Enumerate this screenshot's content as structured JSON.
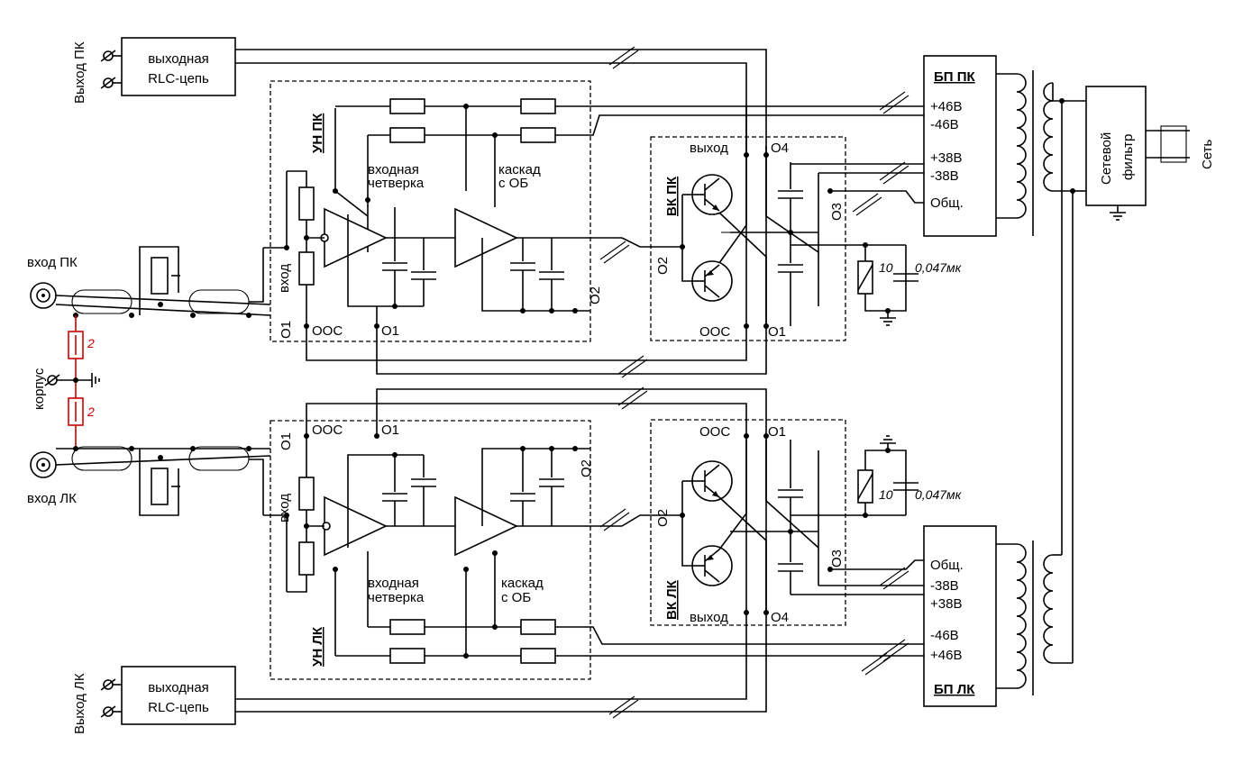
{
  "labels": {
    "out_right": "Выход ПК",
    "out_left": "Выход ЛК",
    "rlc_line1": "выходная",
    "rlc_line2": "RLC-цепь",
    "un_right": "УН ПК",
    "un_left": "УН ЛК",
    "vk_right": "ВК ПК",
    "vk_left": "ВК ЛК",
    "input_quad_1": "входная",
    "input_quad_2": "четверка",
    "cascade_1": "каскад",
    "cascade_2": "с ОБ",
    "vhod": "вход",
    "vyhod": "выход",
    "ooc": "ООС",
    "o1": "О1",
    "o2": "О2",
    "o3": "О3",
    "o4": "О4",
    "in_right": "вход ПК",
    "in_left": "вход ЛК",
    "korpus": "корпус",
    "r_red": "2",
    "r10": "10",
    "cap": "0,047мк",
    "bp_right": "БП ПК",
    "bp_left": "БП ЛК",
    "v_p46": "+46В",
    "v_m46": "-46В",
    "v_p38": "+38В",
    "v_m38": "-38В",
    "common": "Общ.",
    "filter_1": "Сетевой",
    "filter_2": "фильтр",
    "mains": "Сеть"
  },
  "colors": {
    "line": "#000000",
    "accent": "#cc0000"
  }
}
